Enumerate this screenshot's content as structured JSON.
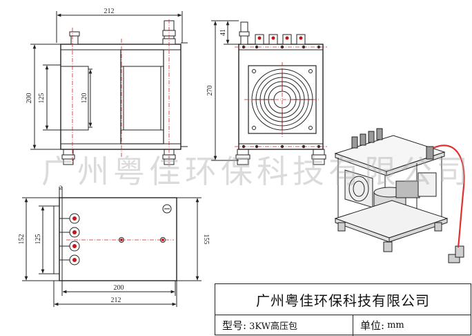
{
  "dimensions": {
    "front_width": "212",
    "front_height": "200",
    "front_inner_outer": "125",
    "front_inner": "120",
    "side_height": "270",
    "side_top": "41",
    "top_small": "2",
    "top_left_outer": "152",
    "top_left_inner": "125",
    "top_right": "155",
    "bottom_inner": "200",
    "bottom_outer": "212"
  },
  "watermark": "广州粤佳环保科技有限公司",
  "title_block": {
    "company": "广州粤佳环保科技有限公司",
    "model_label": "型号:",
    "model_value": "3KW高压包",
    "unit_label": "单位:",
    "unit_value": "mm"
  },
  "colors": {
    "line": "#222222",
    "centerline": "#d42020",
    "cable": "#e03030",
    "terminal": "#c01818",
    "watermark": "#aaaaaa"
  }
}
